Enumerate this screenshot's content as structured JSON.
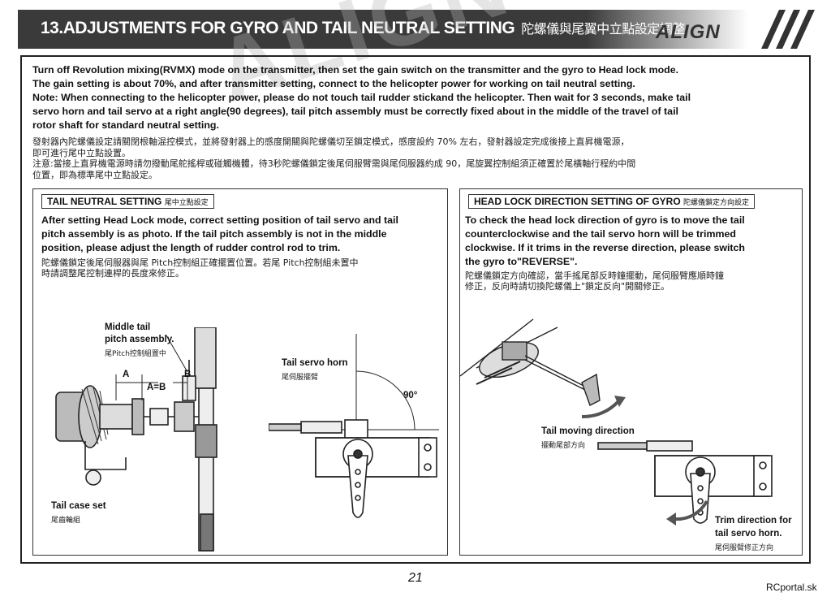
{
  "header": {
    "title": "13.ADJUSTMENTS FOR GYRO AND TAIL NEUTRAL SETTING",
    "title_zh": "陀螺儀與尾翼中立點設定調整",
    "logo": "ALIGN",
    "watermark": "ALIGN"
  },
  "intro": {
    "line1": "Turn off Revolution mixing(RVMX) mode on the transmitter, then set the gain switch on the transmitter and the gyro to Head lock mode.",
    "line2": "The gain setting is about 70%, and after transmitter setting, connect to the helicopter power for working on tail neutral setting.",
    "line3": "Note: When connecting to the helicopter power, please do not touch tail rudder stickand the helicopter. Then wait for 3 seconds, make tail",
    "line4": "servo horn and tail servo at a right angle(90 degrees), tail pitch assembly must be correctly fixed about in  the middle of the travel of tail",
    "line5": "rotor shaft for standard neutral setting.",
    "zh1": "發射器內陀螺儀設定請關閉根軸混控模式，並將發射器上的感度開關與陀螺儀切至鎖定模式，感度設約 70% 左右，發射器設定完成後接上直昇機電源，",
    "zh2": "即可進行尾中立點設置。",
    "zh3": "注意:當接上直昇機電源時請勿撥動尾舵搖桿或碰觸機體，待3秒陀螺儀鎖定後尾伺服臂需與尾伺服器約成 90，尾旋翼控制組須正確置於尾橫軸行程約中間",
    "zh4": "位置，即為標準尾中立點設定。"
  },
  "left_panel": {
    "tag": "TAIL NEUTRAL SETTING",
    "tag_zh": "尾中立點設定",
    "text1": "After setting Head Lock mode, correct setting position of tail servo and tail",
    "text2": "pitch assembly is as photo. If the tail pitch assembly is not in the middle",
    "text3": "position, please adjust the length of rudder control rod to trim.",
    "zh1": "陀螺儀鎖定後尾伺服器與尾 Pitch控制組正確擺置位置。若尾 Pitch控制組未置中",
    "zh2": "時請調整尾控制連桿的長度來修正。",
    "label_middle1": "Middle tail",
    "label_middle2": "pitch assembly.",
    "label_middle_zh": "尾Pitch控制組置中",
    "label_a": "A",
    "label_ab": "A=B",
    "label_b": "B",
    "label_case": "Tail case set",
    "label_case_zh": "尾齒輪組",
    "label_horn": "Tail servo horn",
    "label_horn_zh": "尾伺服擺臂",
    "label_angle": "90°"
  },
  "right_panel": {
    "tag": "HEAD LOCK DIRECTION SETTING OF GYRO",
    "tag_zh": "陀螺儀鎖定方向設定",
    "text1": "To check the head lock direction of gyro is to move the tail",
    "text2": "counterclockwise and the tail servo horn will be trimmed",
    "text3": "clockwise. If it trims in the reverse direction, please switch",
    "text4": "the gyro to\"REVERSE\".",
    "zh1": "陀螺儀鎖定方向確認，當手搖尾部反時鐘擺動，尾伺服臂應順時鐘",
    "zh2": "修正，反向時請切換陀螺儀上\"鎖定反向\"開關修正。",
    "label_move": "Tail moving direction",
    "label_move_zh": "擺動尾部方向",
    "label_trim1": "Trim direction for",
    "label_trim2": "tail servo horn.",
    "label_trim_zh": "尾伺服臂修正方向"
  },
  "footer": {
    "page_number": "21",
    "site": "RCportal.sk"
  }
}
